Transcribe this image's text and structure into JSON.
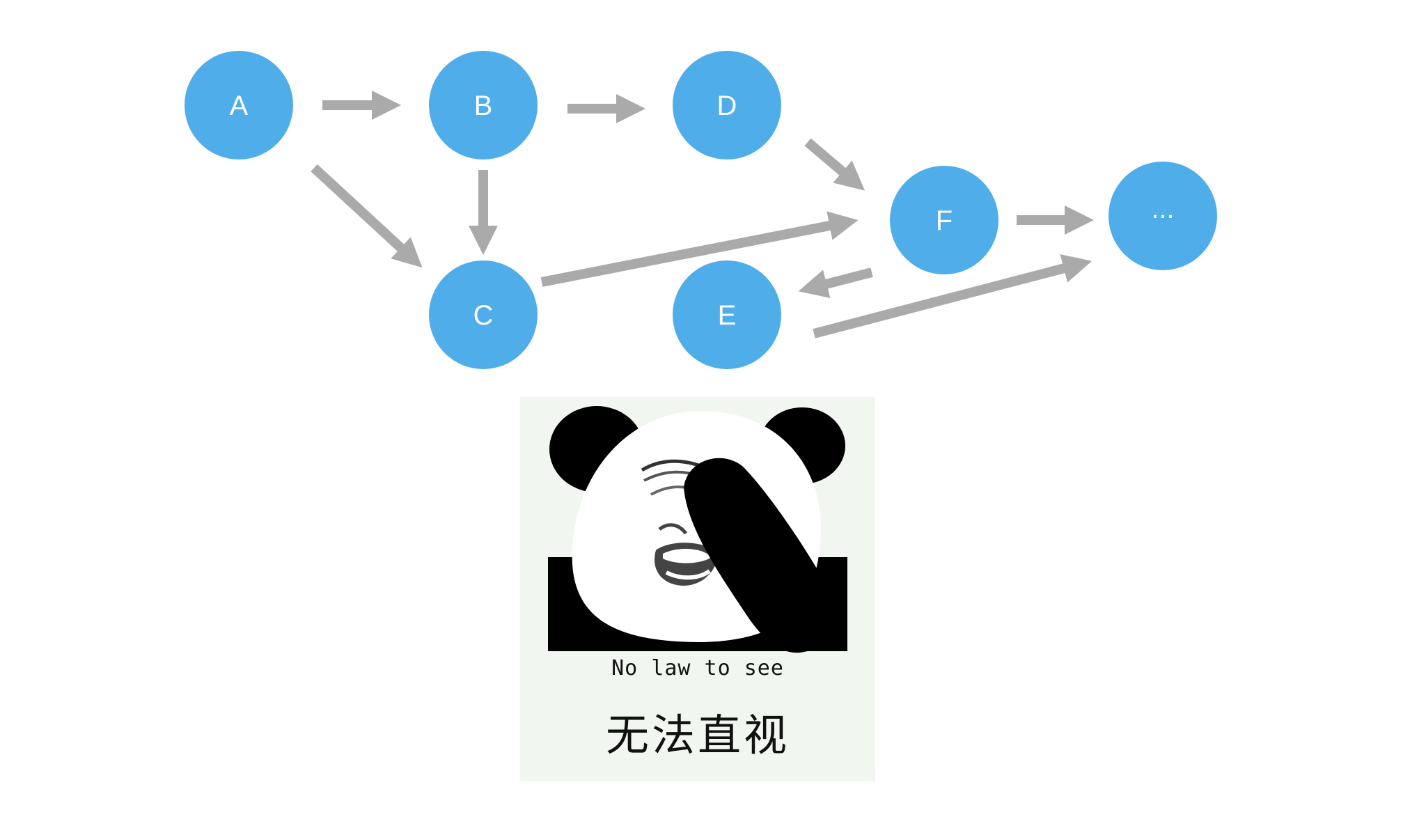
{
  "diagram": {
    "node_color": "#4fadea",
    "edge_color": "#aaaaaa",
    "nodes": [
      {
        "id": "A",
        "label": "A"
      },
      {
        "id": "B",
        "label": "B"
      },
      {
        "id": "D",
        "label": "D"
      },
      {
        "id": "C",
        "label": "C"
      },
      {
        "id": "E",
        "label": "E"
      },
      {
        "id": "F",
        "label": "F"
      },
      {
        "id": "G",
        "label": "..."
      }
    ],
    "edges": [
      {
        "from": "A",
        "to": "B"
      },
      {
        "from": "B",
        "to": "D"
      },
      {
        "from": "A",
        "to": "C"
      },
      {
        "from": "B",
        "to": "C"
      },
      {
        "from": "D",
        "to": "F"
      },
      {
        "from": "C",
        "to": "F"
      },
      {
        "from": "F",
        "to": "E"
      },
      {
        "from": "F",
        "to": "G"
      },
      {
        "from": "E",
        "to": "G"
      }
    ]
  },
  "meme": {
    "caption_en": "No law to see",
    "caption_zh": "无法直视"
  }
}
